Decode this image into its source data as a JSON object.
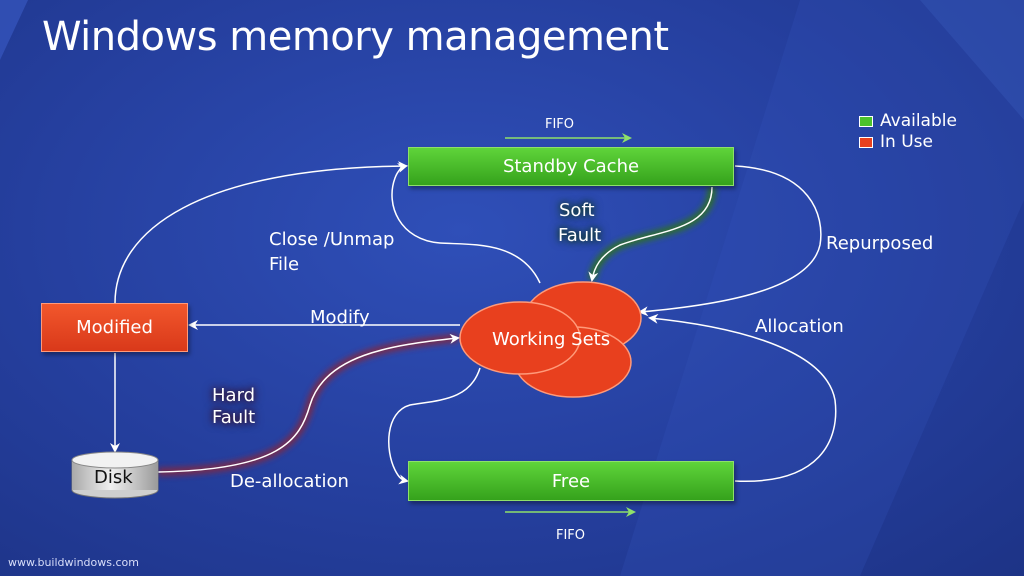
{
  "title": "Windows memory management",
  "nodes": {
    "standby": "Standby Cache",
    "free": "Free",
    "modified": "Modified",
    "working_sets": "Working Sets",
    "disk": "Disk"
  },
  "edge_labels": {
    "fifo_top": "FIFO",
    "fifo_bottom": "FIFO",
    "soft_fault_line1": "Soft",
    "soft_fault_line2": "Fault",
    "close_unmap_line1": "Close /Unmap",
    "close_unmap_line2": "File",
    "repurposed": "Repurposed",
    "modify": "Modify",
    "allocation": "Allocation",
    "hard_fault_line1": "Hard",
    "hard_fault_line2": "Fault",
    "deallocation": "De-allocation"
  },
  "legend": {
    "available": "Available",
    "in_use": "In Use",
    "available_color": "#4cc22c",
    "in_use_color": "#e8401e"
  },
  "footer": "www.buildwindows.com"
}
